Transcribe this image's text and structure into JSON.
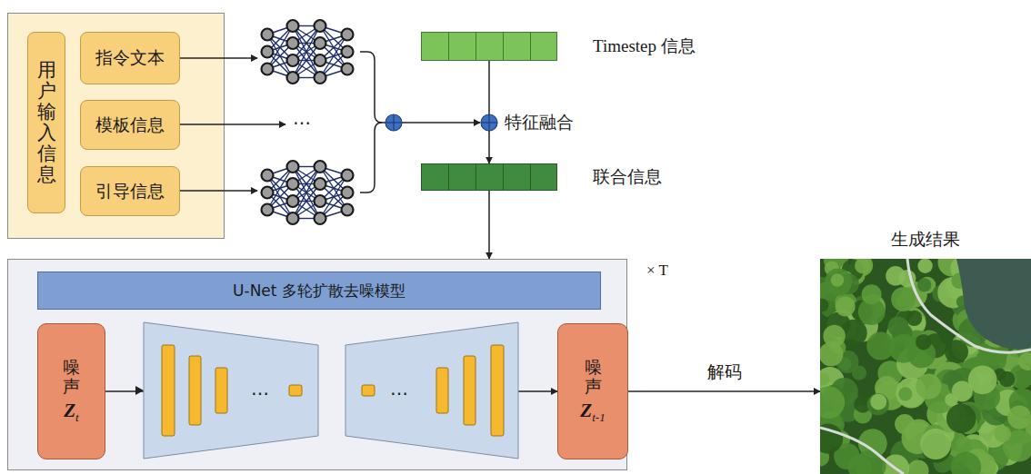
{
  "diagram": {
    "nodes": [
      {
        "text": [
          "用户输入信息"
        ]
      },
      {
        "text": [
          "指令文本"
        ]
      },
      {
        "text": [
          "模板信息"
        ]
      },
      {
        "text": [
          "引导信息"
        ]
      },
      {
        "text": [
          "Timestep 信息"
        ]
      },
      {
        "text": [
          "联合信息"
        ]
      },
      {
        "text": [
          "× T"
        ]
      },
      {
        "text": [
          "U-Net 多轮扩散去噪模型"
        ],
        "in": 6
      },
      {
        "text": [
          "噪声",
          "Z",
          "t"
        ],
        "in": 6
      },
      {
        "text": [
          "噪声",
          "Z",
          "t-1"
        ],
        "in": 6
      },
      {
        "text": [
          "生成结果"
        ]
      }
    ],
    "edges": [
      {
        "from": 4,
        "to": 5,
        "arrow": "to"
      },
      {
        "from": 5,
        "to": 6,
        "arrow": "to"
      },
      {
        "from": 8,
        "to": 9,
        "arrow": "to"
      },
      {
        "from": 9,
        "to": 10,
        "label": "解码",
        "arrow": "to"
      }
    ],
    "labels": [
      "…",
      "特征融合",
      "…",
      "…"
    ]
  }
}
